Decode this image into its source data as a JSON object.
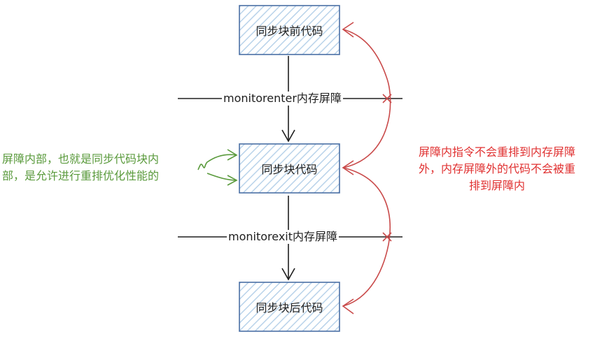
{
  "boxes": {
    "before": "同步块前代码",
    "inside": "同步块代码",
    "after": "同步块后代码"
  },
  "barriers": {
    "enter": "monitorenter内存屏障",
    "exit": "monitorexit内存屏障"
  },
  "notes": {
    "green_line1": "屏障内部，也就是同步代码块内",
    "green_line2": "部，是允许进行重排优化性能的",
    "red_line1": "屏障内指令不会重排到内存屏障",
    "red_line2": "外，内存屏障外的代码不会被重",
    "red_line3": "排到屏障内"
  },
  "colors": {
    "box_fill": "#cfe2f3",
    "box_stroke": "#4a6fa5",
    "green": "#5a9a3c",
    "red": "#c94a4a",
    "black": "#1e1e1e"
  }
}
